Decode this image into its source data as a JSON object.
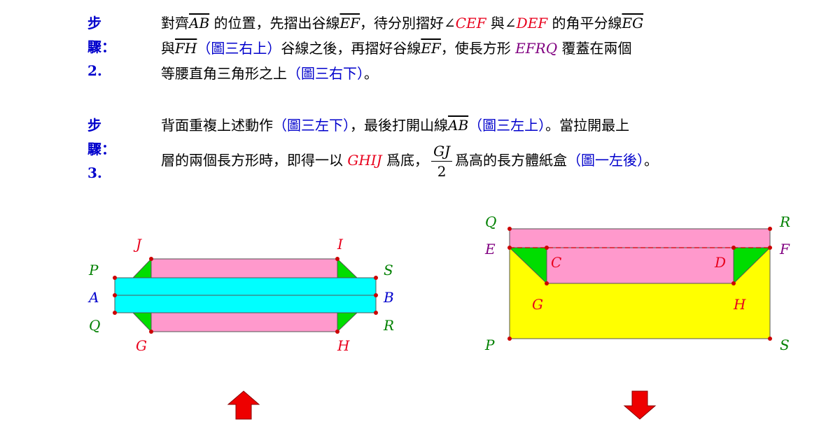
{
  "step2": {
    "label": "步驟：2.",
    "l1_t1": "對齊",
    "l1_seg1": "AB",
    "l1_t2": " 的位置，先摺出谷線",
    "l1_seg2": "EF",
    "l1_t3": "，待分別摺好∠",
    "l1_angle1": "CEF",
    "l1_t4": " 與∠",
    "l1_angle2": "DEF",
    "l1_t5": " 的角平分線",
    "l1_seg3": "EG",
    "l2_t1": "與",
    "l2_seg1": "FH",
    "l2_ref1": "（圖三右上）",
    "l2_t2": "谷線之後，再摺好谷線",
    "l2_seg2": "EF",
    "l2_t3": "，使長方形 ",
    "l2_rect": "EFRQ",
    "l2_t4": " 覆蓋在兩個",
    "l3_t1": "等腰直角三角形之上",
    "l3_ref1": "（圖三右下）",
    "l3_t2": "。"
  },
  "step3": {
    "label": "步驟：3.",
    "l1_t1": "背面重複上述動作",
    "l1_ref1": "（圖三左下）",
    "l1_t2": "，最後打開山線",
    "l1_seg1": "AB",
    "l1_ref2": "（圖三左上）",
    "l1_t3": "。當拉開最上",
    "l2_t1": "層的兩個長方形時，即得一以 ",
    "l2_base": "GHIJ",
    "l2_t2": " 爲底，",
    "l2_frac_num": "GJ",
    "l2_frac_den": "2",
    "l2_t3": "爲高的長方體紙盒",
    "l2_ref1": "（圖一左後）",
    "l2_t4": "。"
  },
  "left_figure": {
    "labels": {
      "J": "J",
      "I": "I",
      "P": "P",
      "S": "S",
      "A": "A",
      "B": "B",
      "Q": "Q",
      "R": "R",
      "G": "G",
      "H": "H"
    }
  },
  "right_figure": {
    "labels": {
      "Q": "Q",
      "R": "R",
      "E": "E",
      "F": "F",
      "C": "C",
      "D": "D",
      "G": "G",
      "H": "H",
      "P": "P",
      "S": "S"
    }
  },
  "colors": {
    "pink": "#ff99cc",
    "cyan": "#00ffff",
    "green": "#00dd00",
    "yellow": "#ffff00",
    "point": "#cc0000",
    "label_red": "#e8001c",
    "label_green": "#008000",
    "label_blue": "#0000cc",
    "label_purple": "#800080",
    "step_blue": "#0000cc",
    "arrow_red": "#ee0000"
  },
  "arrows": {
    "left": "up-arrow",
    "right": "down-arrow"
  }
}
